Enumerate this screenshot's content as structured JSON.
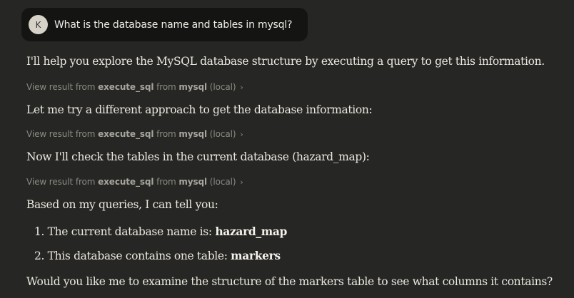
{
  "user_message": {
    "avatar_initial": "K",
    "text": "What is the database name and tables in mysql?"
  },
  "assistant": {
    "intro": "I'll help you explore the MySQL database structure by executing a query to get this information.",
    "tool_calls": [
      {
        "prefix": "View result from",
        "tool": "execute_sql",
        "from": "from",
        "server": "mysql",
        "location": "(local)"
      },
      {
        "prefix": "View result from",
        "tool": "execute_sql",
        "from": "from",
        "server": "mysql",
        "location": "(local)"
      },
      {
        "prefix": "View result from",
        "tool": "execute_sql",
        "from": "from",
        "server": "mysql",
        "location": "(local)"
      }
    ],
    "second_attempt": "Let me try a different approach to get the database information:",
    "check_tables": "Now I'll check the tables in the current database (hazard_map):",
    "summary_intro": "Based on my queries, I can tell you:",
    "list": [
      {
        "num": "1.",
        "text": "The current database name is:",
        "value": "hazard_map"
      },
      {
        "num": "2.",
        "text": "This database contains one table:",
        "value": "markers"
      }
    ],
    "followup": "Would you like me to examine the structure of the markers table to see what columns it contains?"
  },
  "icons": {
    "chevron": "chevron-right-icon"
  }
}
